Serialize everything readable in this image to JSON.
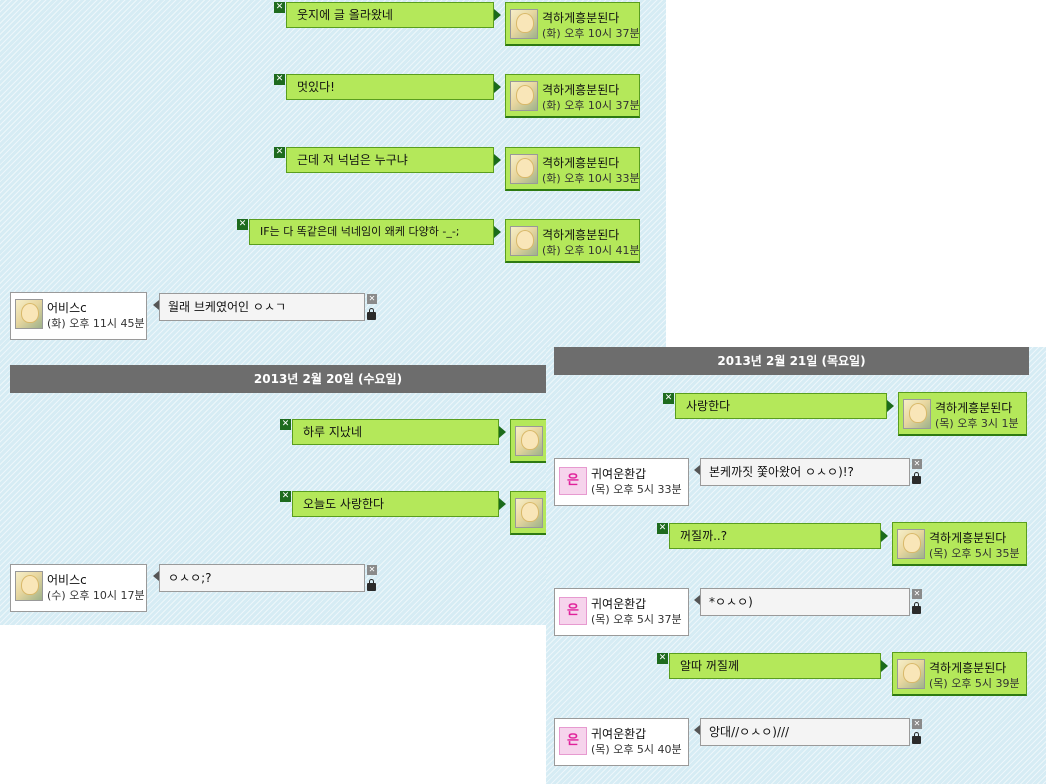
{
  "day1": {
    "messages": [
      {
        "text": "웃지에 글 올라왔네",
        "sender": "격하게흥분된다",
        "time": "(화) 오후 10시 37분"
      },
      {
        "text": "멋있다!",
        "sender": "격하게흥분된다",
        "time": "(화) 오후 10시 37분"
      },
      {
        "text": "근데 저 넉넘은 누구냐",
        "sender": "격하게흥분된다",
        "time": "(화) 오후 10시 33분"
      },
      {
        "text": "IF는 다 똑같은데 넉네임이 왜케 다양하 -_-;",
        "sender": "격하게흥분된다",
        "time": "(화) 오후 10시 41분"
      }
    ],
    "reply": {
      "sender": "어비스c",
      "time": "(화) 오후 11시 45분",
      "text": "월래 브케였어인 ㅇㅅㄱ"
    }
  },
  "day2": {
    "date": "2013년 2월 20일 (수요일)",
    "messages": [
      {
        "text": "하루 지났네"
      },
      {
        "text": "오늘도 사랑한다"
      }
    ],
    "reply": {
      "sender": "어비스c",
      "time": "(수) 오후 10시 17분",
      "text": "ㅇㅅㅇ;?"
    }
  },
  "day3": {
    "date": "2013년 2월 21일 (목요일)",
    "items": [
      {
        "type": "sent",
        "text": "사랑한다",
        "sender": "격하게흥분된다",
        "time": "(목) 오후 3시 1분"
      },
      {
        "type": "recv",
        "sender": "귀여운환갑",
        "time": "(목) 오후 5시 33분",
        "text": "본케까짓 쫓아왔어 ㅇㅅㅇ)!?"
      },
      {
        "type": "sent",
        "text": "꺼질까..?",
        "sender": "격하게흥분된다",
        "time": "(목) 오후 5시 35분"
      },
      {
        "type": "recv",
        "sender": "귀여운환갑",
        "time": "(목) 오후 5시 37분",
        "text": "*ㅇㅅㅇ)"
      },
      {
        "type": "sent",
        "text": "알따 꺼질께",
        "sender": "격하게흥분된다",
        "time": "(목) 오후 5시 39분"
      },
      {
        "type": "recv",
        "sender": "귀여운환갑",
        "time": "(목) 오후 5시 40분",
        "text": "앙대//ㅇㅅㅇ)///"
      }
    ]
  },
  "icons": {
    "delete": "✕",
    "pink_avatar_glyph": "은"
  },
  "colors": {
    "bubble_green": "#b4e85a",
    "date_bar": "#6d6d6d",
    "panel_bg": "#d6ecf4"
  }
}
